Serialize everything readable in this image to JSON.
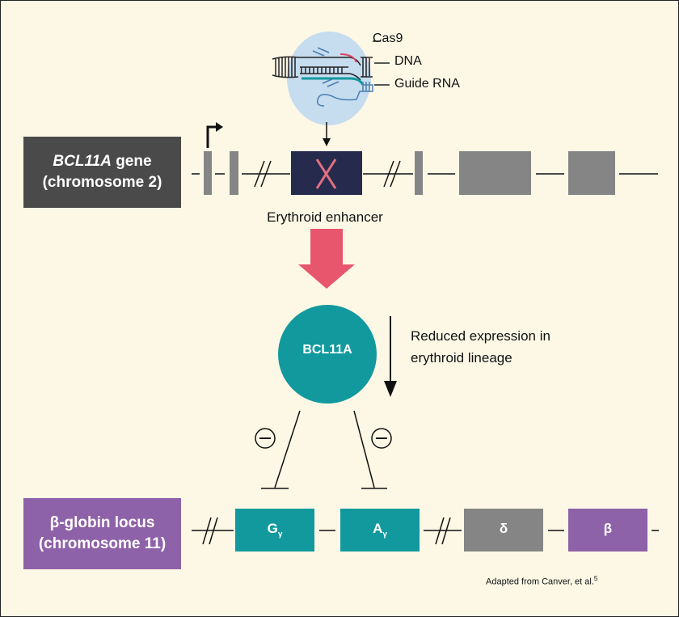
{
  "bcl11a_gene_box": {
    "gene": "BCL11A",
    "word": "gene",
    "chromosome": "(chromosome 2)"
  },
  "globin_box": {
    "line1": "β-globin locus",
    "line2": "(chromosome 11)"
  },
  "crispr_labels": {
    "cas9": "Cas9",
    "dna": "DNA",
    "guide_rna": "Guide RNA"
  },
  "enhancer_label": "Erythroid enhancer",
  "protein_label": "BCL11A",
  "reduced_expression": {
    "line1": "Reduced expression in",
    "line2": "erythroid lineage"
  },
  "inhibition_symbols": [
    "⊖",
    "⊖"
  ],
  "globin_genes": [
    {
      "name": "G",
      "sub": "γ"
    },
    {
      "name": "A",
      "sub": "γ"
    },
    {
      "name": "δ",
      "sub": ""
    },
    {
      "name": "β",
      "sub": ""
    }
  ],
  "credit": {
    "text": "Adapted from Canver, et al.",
    "ref": "5"
  },
  "colors": {
    "background": "#fdf8e6",
    "gene_box": "#4a4a4a",
    "globin_box": "#8e62a8",
    "exon_gray": "#858585",
    "enhancer": "#262b4e",
    "cut_mark": "#e3707d",
    "arrow_red": "#e8566d",
    "teal": "#11999e",
    "cas9_blob": "#c6dcef"
  }
}
